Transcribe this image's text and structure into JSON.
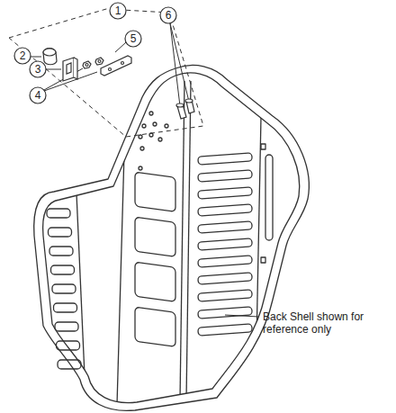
{
  "diagram": {
    "labels": [
      "1",
      "2",
      "3",
      "4",
      "5",
      "6",
      "Back Shell shown for reference only"
    ]
  }
}
